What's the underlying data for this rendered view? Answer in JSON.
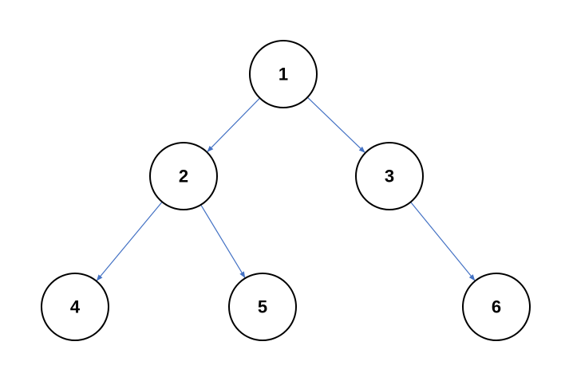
{
  "diagram": {
    "type": "binary-tree",
    "nodes": [
      {
        "id": "1",
        "label": "1"
      },
      {
        "id": "2",
        "label": "2"
      },
      {
        "id": "3",
        "label": "3"
      },
      {
        "id": "4",
        "label": "4"
      },
      {
        "id": "5",
        "label": "5"
      },
      {
        "id": "6",
        "label": "6"
      }
    ],
    "edges": [
      {
        "from": "1",
        "to": "2"
      },
      {
        "from": "1",
        "to": "3"
      },
      {
        "from": "2",
        "to": "4"
      },
      {
        "from": "2",
        "to": "5"
      },
      {
        "from": "3",
        "to": "6"
      }
    ],
    "colors": {
      "edge": "#4472c4",
      "node_stroke": "#000000",
      "node_fill": "#ffffff",
      "label": "#000000"
    }
  }
}
